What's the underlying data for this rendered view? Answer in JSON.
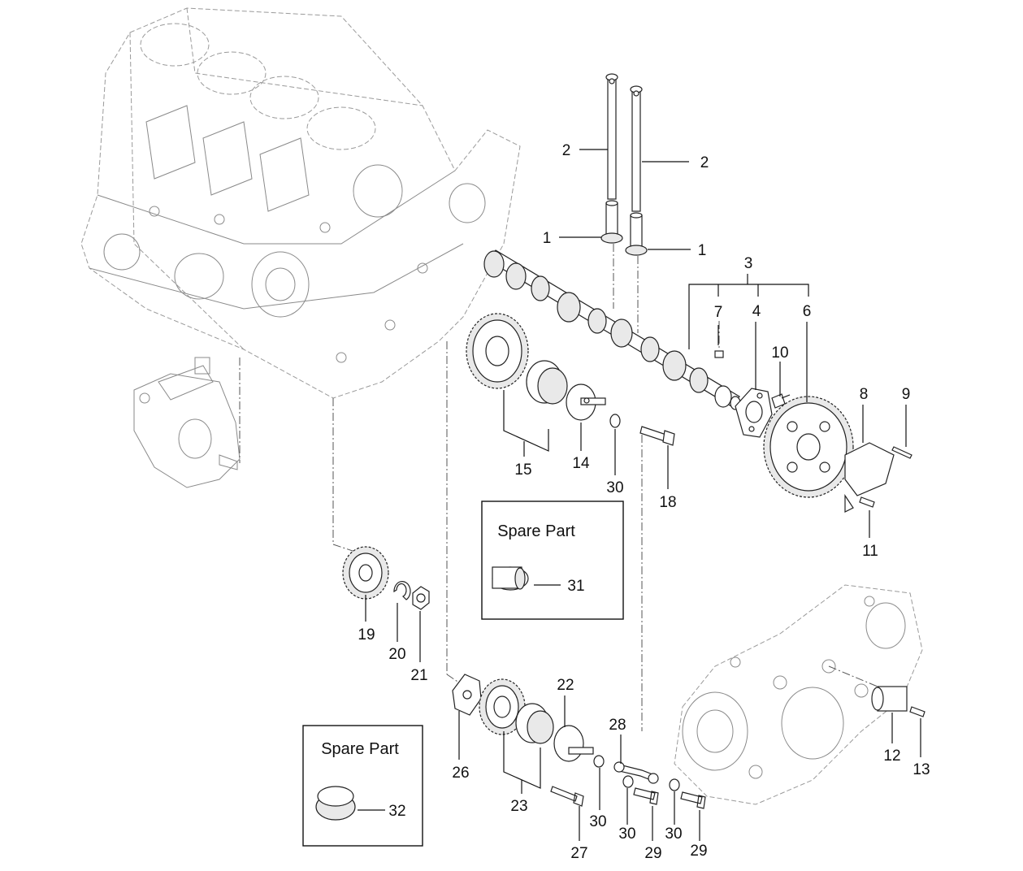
{
  "callouts": {
    "c1a": "1",
    "c1b": "1",
    "c2a": "2",
    "c2b": "2",
    "c3": "3",
    "c4": "4",
    "c6": "6",
    "c7": "7",
    "c8": "8",
    "c9": "9",
    "c10": "10",
    "c11": "11",
    "c12": "12",
    "c13": "13",
    "c14": "14",
    "c15": "15",
    "c18": "18",
    "c19": "19",
    "c20": "20",
    "c21": "21",
    "c22": "22",
    "c23": "23",
    "c26": "26",
    "c27": "27",
    "c28": "28",
    "c29a": "29",
    "c29b": "29",
    "c30a": "30",
    "c30b": "30",
    "c30c": "30",
    "c30d": "30",
    "c31": "31",
    "c32": "32"
  },
  "spare_boxes": {
    "box1_title": "Spare Part",
    "box2_title": "Spare Part"
  }
}
